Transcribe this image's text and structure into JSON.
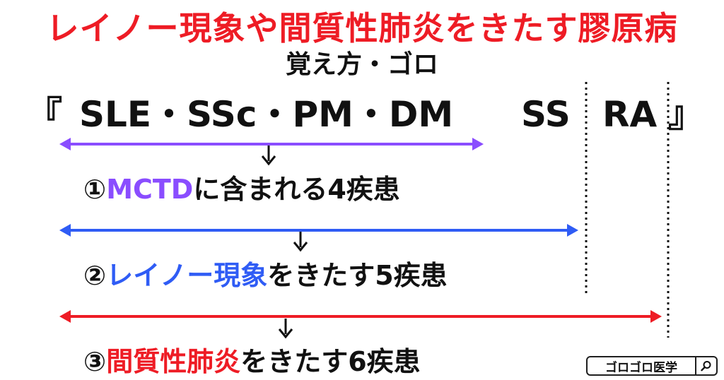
{
  "title": "レイノー現象や間質性肺炎をきたす膠原病",
  "subtitle": "覚え方・ゴロ",
  "mnemonic": {
    "open_bracket": "『",
    "group1": "SLE・SSc・PM・DM",
    "ss": "SS",
    "ra": "RA",
    "close_bracket": "』"
  },
  "items": [
    {
      "prefix": "①",
      "highlight": "MCTD",
      "suffix": "に含まれる4疾患"
    },
    {
      "prefix": "②",
      "highlight": "レイノー現象",
      "suffix": "をきたす5疾患"
    },
    {
      "prefix": "③",
      "highlight": "間質性肺炎",
      "suffix": "をきたす6疾患"
    }
  ],
  "colors": {
    "title": "#ee1c25",
    "item1": "#8a4dff",
    "item2": "#2f5cf5",
    "item3": "#ee1c25"
  },
  "badge": {
    "label": "ゴロゴロ医学",
    "icon": "search-icon"
  }
}
